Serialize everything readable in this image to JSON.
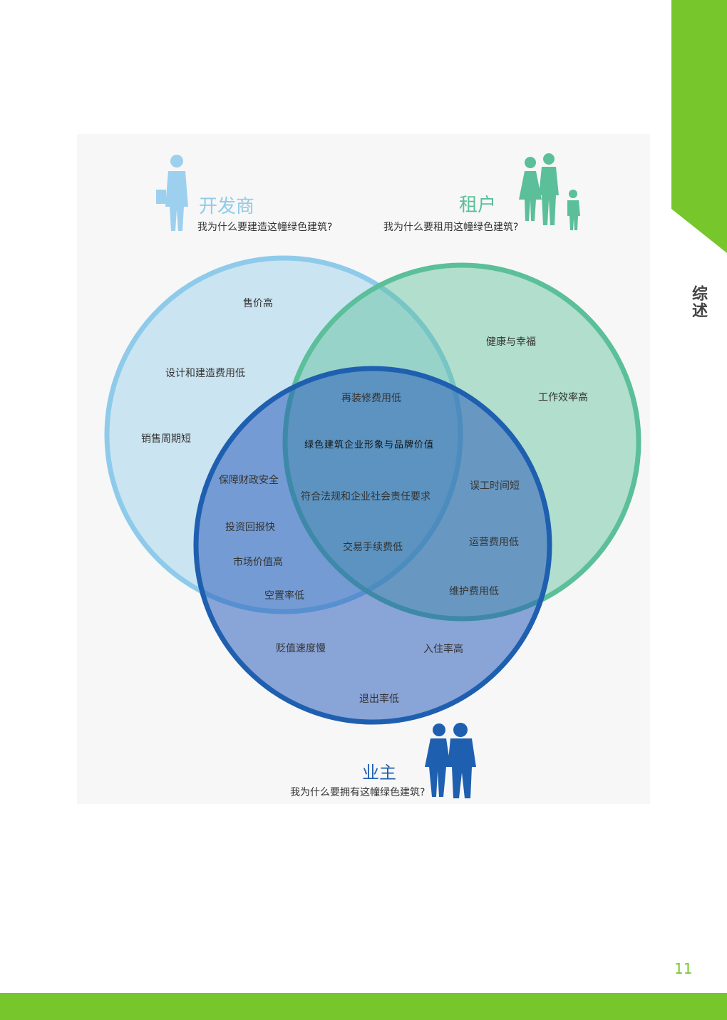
{
  "section_title": "综述",
  "page_number": "11",
  "colors": {
    "brand_green": "#76c62c",
    "developer": "#8ecbea",
    "tenant": "#5bbf9a",
    "owner": "#1f5fb0"
  },
  "developer": {
    "title": "开发商",
    "question": "我为什么要建造这幢绿色建筑?"
  },
  "tenant": {
    "title": "租户",
    "question": "我为什么要租用这幢绿色建筑?"
  },
  "owner": {
    "title": "业主",
    "question": "我为什么要拥有这幢绿色建筑?"
  },
  "items": {
    "price_high": "售价高",
    "design_cost_low": "设计和建造费用低",
    "sales_cycle_short": "销售周期短",
    "health": "健康与幸福",
    "work_efficiency": "工作效率高",
    "renovation_cost_low": "再装修费用低",
    "brand_value": "绿色建筑企业形象与品牌价值",
    "financial_security": "保障财政安全",
    "compliance": "符合法规和企业社会责任要求",
    "downtime_short": "误工时间短",
    "roi_fast": "投资回报快",
    "transaction_fee_low": "交易手续费低",
    "operating_cost_low": "运营费用低",
    "market_value_high": "市场价值高",
    "maintenance_cost_low": "维护费用低",
    "vacancy_low": "空置率低",
    "depreciation_slow": "贬值速度慢",
    "occupancy_high": "入住率高",
    "exit_rate_low": "退出率低"
  }
}
